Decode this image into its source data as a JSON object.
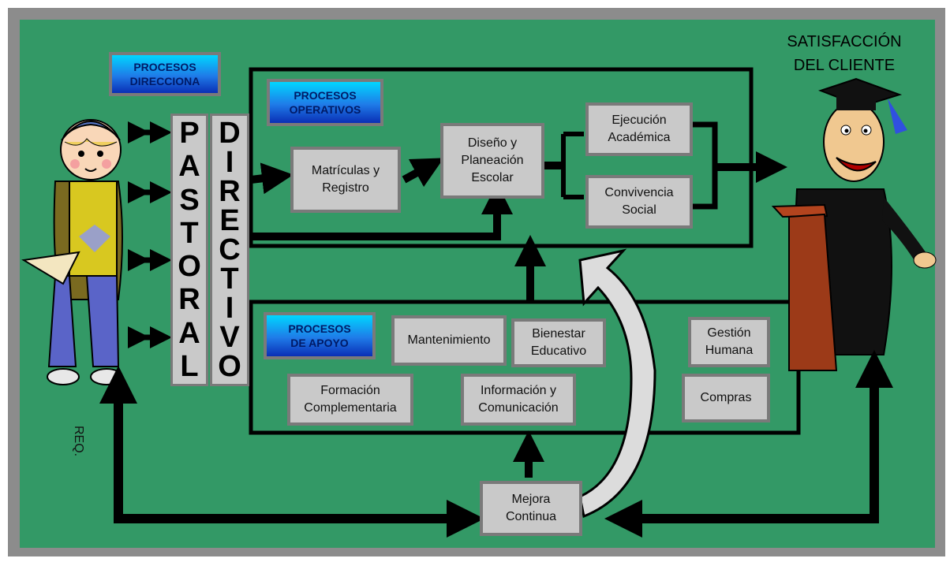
{
  "title": "SATISFACCIÓN\nDEL CLIENTE",
  "labels": {
    "direccion": "PROCESOS\nDIRECCIONA",
    "operativos": "PROCESOS\nOPERATIVOS",
    "apoyo": "PROCESOS\nDE APOYO"
  },
  "pastoral": [
    "P",
    "A",
    "S",
    "T",
    "O",
    "R",
    "A",
    "L"
  ],
  "directivo": [
    "D",
    "I",
    "R",
    "E",
    "C",
    "T",
    "I",
    "V",
    "O"
  ],
  "operativos": {
    "matriculas": "Matrículas y\nRegistro",
    "diseno": "Diseño y\nPlaneación\nEscolar",
    "ejecucion": "Ejecución\nAcadémica",
    "convivencia": "Convivencia\nSocial"
  },
  "apoyo": {
    "mantenimiento": "Mantenimiento",
    "bienestar": "Bienestar\nEducativo",
    "gestion": "Gestión\nHumana",
    "formacion": "Formación\nComplementaria",
    "informacion": "Información y\nComunicación",
    "compras": "Compras"
  },
  "mejora": "Mejora\nContinua",
  "req": "REQ.",
  "colors": {
    "background": "#339966",
    "frame": "#8c8c8c",
    "box": "#c9c9c9"
  }
}
